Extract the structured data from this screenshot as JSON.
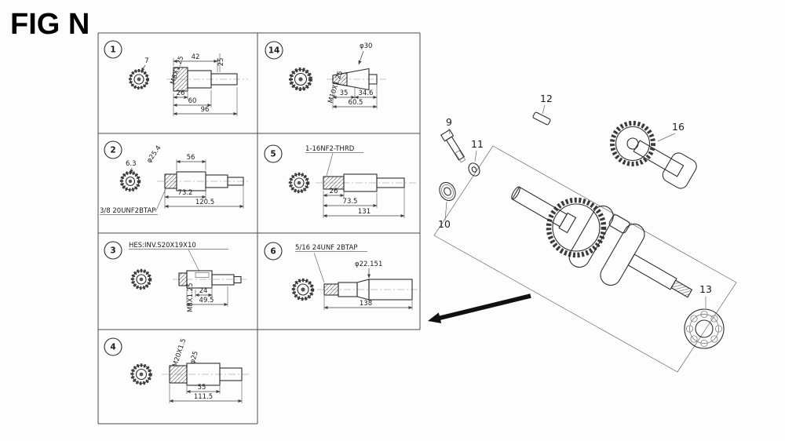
{
  "title": "FIG N",
  "colors": {
    "line": "#2e2e2e",
    "background": "#ffffff"
  },
  "panels": {
    "p1": {
      "callout": "1",
      "dims": {
        "pilot": "7",
        "thread": "M8X1.25",
        "len_top": "42",
        "dia": "25",
        "len_a": "26",
        "len_b": "60",
        "total": "96"
      }
    },
    "p14": {
      "callout": "14",
      "dims": {
        "dia": "φ30",
        "thread": "M10X1.25",
        "len_a": "35",
        "len_b": "34.6",
        "total": "60.5"
      }
    },
    "p2": {
      "callout": "2",
      "dims": {
        "pilot": "6.3",
        "dia": "φ25.4",
        "len_top": "56",
        "len_a": "73.2",
        "total": "120.5",
        "tap": "3/8 20UNF2BTAP"
      }
    },
    "p5": {
      "callout": "5",
      "dims": {
        "thread": "1-16NF2-THRD",
        "len_a": "26",
        "len_b": "73.5",
        "total": "131"
      }
    },
    "p3": {
      "callout": "3",
      "dims": {
        "key": "HES:INV.S20X19X10",
        "thread": "M8X1.25",
        "len_a": "24",
        "total": "49.5"
      }
    },
    "p6": {
      "callout": "6",
      "dims": {
        "tap": "5/16 24UNF 2BTAP",
        "dia": "φ22.151",
        "total": "138"
      }
    },
    "p4": {
      "callout": "4",
      "dims": {
        "thread": "M20X1.5",
        "dia": "φ25",
        "len_a": "55",
        "total": "111.5"
      }
    }
  },
  "parts": {
    "bolt": "9",
    "washer_outer": "10",
    "washer_inner": "11",
    "key": "12",
    "bearing": "13",
    "balancer": "16"
  }
}
